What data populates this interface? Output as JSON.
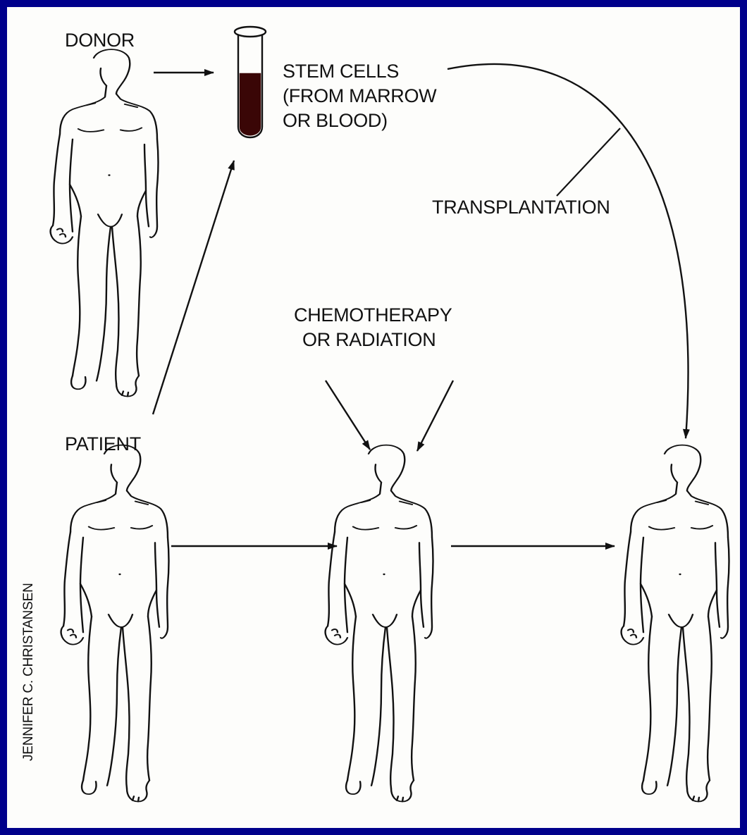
{
  "labels": {
    "donor": "DONOR",
    "stem_cells": [
      "STEM CELLS",
      "(FROM MARROW",
      "OR BLOOD)"
    ],
    "transplantation": "TRANSPLANTATION",
    "conditioning": [
      "CHEMOTHERAPY",
      "OR RADIATION"
    ],
    "patient": "PATIENT"
  },
  "credit": "JENNIFER C. CHRISTANSEN",
  "colors": {
    "border": "#00008b",
    "paper": "#fdfdfb",
    "ink": "#111111",
    "blood": "#3a0606"
  }
}
